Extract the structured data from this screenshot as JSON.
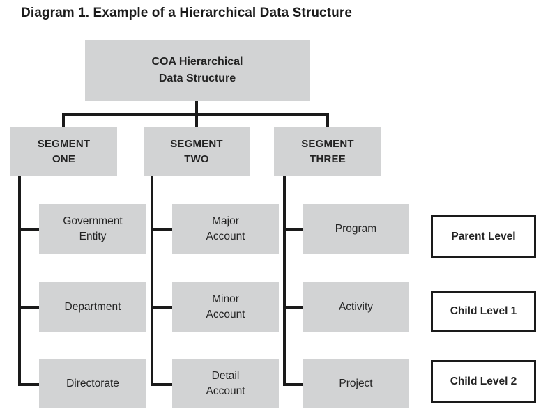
{
  "title": "Diagram 1. Example of a Hierarchical Data Structure",
  "colors": {
    "node_fill": "#d2d3d4",
    "connector_line": "#1a1a1a",
    "legend_border": "#1a1a1a",
    "text": "#232323",
    "background": "#ffffff"
  },
  "root": {
    "lines": [
      "COA Hierarchical",
      "Data Structure"
    ]
  },
  "segments": [
    {
      "label_lines": [
        "SEGMENT",
        "ONE"
      ],
      "children": [
        {
          "lines": [
            "Government",
            "Entity"
          ]
        },
        {
          "lines": [
            "Department"
          ]
        },
        {
          "lines": [
            "Directorate"
          ]
        }
      ]
    },
    {
      "label_lines": [
        "SEGMENT",
        "TWO"
      ],
      "children": [
        {
          "lines": [
            "Major",
            "Account"
          ]
        },
        {
          "lines": [
            "Minor",
            "Account"
          ]
        },
        {
          "lines": [
            "Detail",
            "Account"
          ]
        }
      ]
    },
    {
      "label_lines": [
        "SEGMENT",
        "THREE"
      ],
      "children": [
        {
          "lines": [
            "Program"
          ]
        },
        {
          "lines": [
            "Activity"
          ]
        },
        {
          "lines": [
            "Project"
          ]
        }
      ]
    }
  ],
  "legend": [
    {
      "label": "Parent Level"
    },
    {
      "label": "Child Level 1"
    },
    {
      "label": "Child Level 2"
    }
  ]
}
